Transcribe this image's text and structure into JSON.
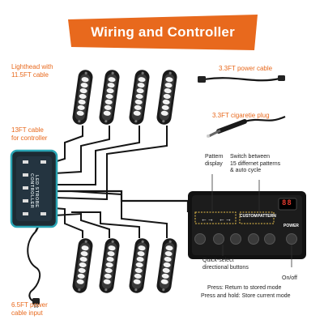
{
  "title": "Wiring and Controller",
  "labels": {
    "lighthead": [
      "Lighthead with",
      "11.5FT cable"
    ],
    "cable_controller": [
      "13FT cable",
      "for controller"
    ],
    "power_cable": "3.3FT power cable",
    "cig_plug": "3.3FT cigaretie plug",
    "pattern_display": [
      "Pattern",
      "display"
    ],
    "switch_between": [
      "Switch between",
      "15 differnet patterns",
      "& auto cycle"
    ],
    "quick_select": [
      "Quick-select",
      "directional buttons"
    ],
    "on_off": "On/off",
    "power_input": [
      "6.5FT power",
      "cable input"
    ],
    "press_return": "Press: Return to stored mode",
    "press_hold": "Press and hold: Store current mode"
  },
  "control_box": {
    "brand_text": "LED STROBE CONTROLLER",
    "buttons": [
      "CUSTOM",
      "PATTERN",
      "POWER"
    ],
    "display_value": "88"
  },
  "colors": {
    "accent": "#e8691d",
    "box_teal": "#2aa5b5",
    "cable": "#151515"
  }
}
